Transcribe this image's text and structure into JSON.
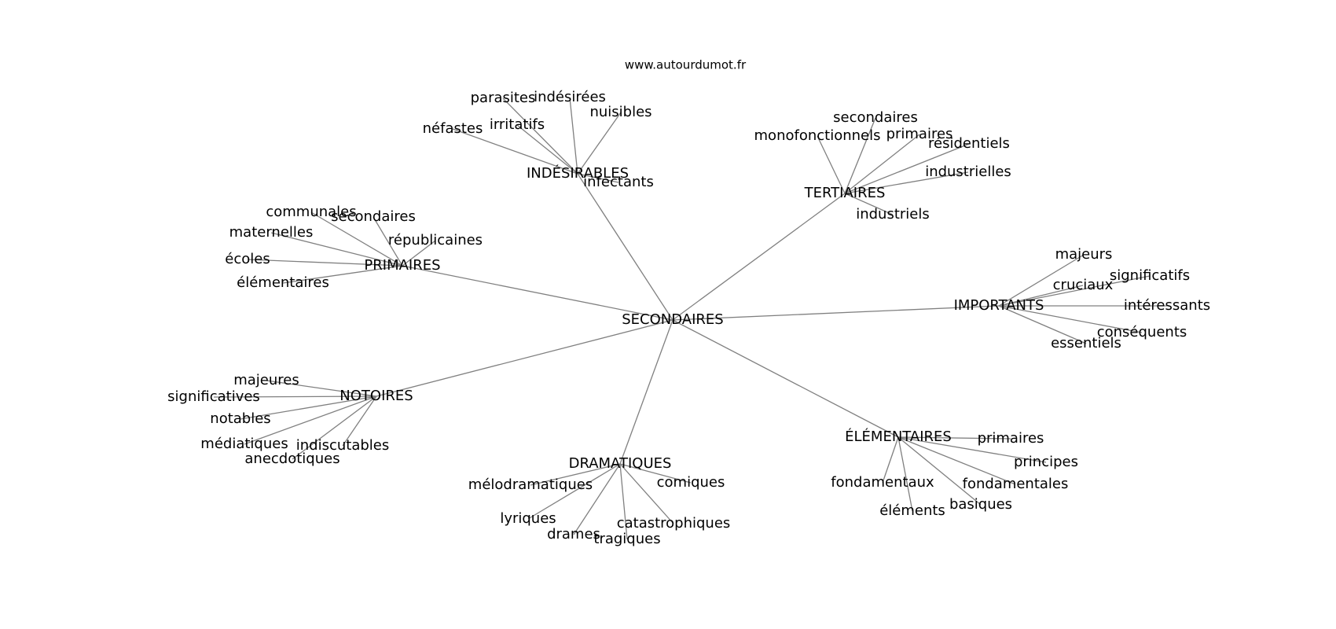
{
  "site": "www.autourdumot.fr",
  "center": "SECONDAIRES",
  "clusters": [
    {
      "label": "INDÉSIRABLES",
      "words": [
        "parasites",
        "indésirées",
        "nuisibles",
        "irritatifs",
        "néfastes",
        "infectants"
      ]
    },
    {
      "label": "TERTIAIRES",
      "words": [
        "secondaires",
        "monofonctionnels",
        "primaires",
        "résidentiels",
        "industrielles",
        "industriels"
      ]
    },
    {
      "label": "PRIMAIRES",
      "words": [
        "communales",
        "secondaires",
        "maternelles",
        "républicaines",
        "écoles",
        "élémentaires"
      ]
    },
    {
      "label": "IMPORTANTS",
      "words": [
        "majeurs",
        "cruciaux",
        "significatifs",
        "intéressants",
        "conséquents",
        "essentiels"
      ]
    },
    {
      "label": "NOTOIRES",
      "words": [
        "majeures",
        "significatives",
        "notables",
        "médiatiques",
        "indiscutables",
        "anecdotiques"
      ]
    },
    {
      "label": "DRAMATIQUES",
      "words": [
        "mélodramatiques",
        "comiques",
        "lyriques",
        "catastrophiques",
        "drames",
        "tragiques"
      ]
    },
    {
      "label": "ÉLÉMENTAIRES",
      "words": [
        "primaires",
        "principes",
        "fondamentaux",
        "fondamentales",
        "basiques",
        "éléments"
      ]
    }
  ]
}
